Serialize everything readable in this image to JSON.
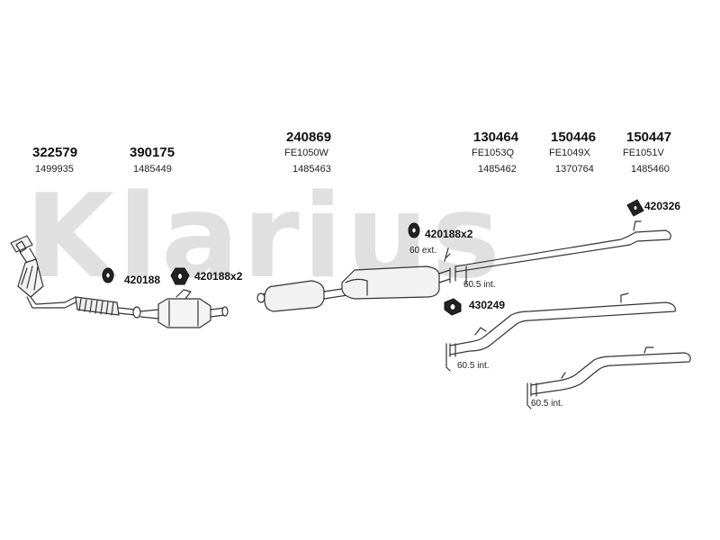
{
  "watermark": "Klarius",
  "parts": [
    {
      "id": "322579",
      "oe": "1499935"
    },
    {
      "id": "390175",
      "oe": "1485449"
    },
    {
      "id": "240869",
      "code": "FE1050W",
      "oe": "1485463"
    },
    {
      "id": "130464",
      "code": "FE1053Q",
      "oe": "1485462"
    },
    {
      "id": "150446",
      "code": "FE1049X",
      "oe": "1370764"
    },
    {
      "id": "150447",
      "code": "FE1051V",
      "oe": "1485460"
    }
  ],
  "fittings": [
    {
      "label": "420188"
    },
    {
      "label": "420188x2"
    },
    {
      "label": "420188x2"
    },
    {
      "label": "420326"
    },
    {
      "label": "430249"
    }
  ],
  "notes": [
    "60 ext.",
    "60.5 int.",
    "60.5 int.",
    "60.5 int."
  ]
}
